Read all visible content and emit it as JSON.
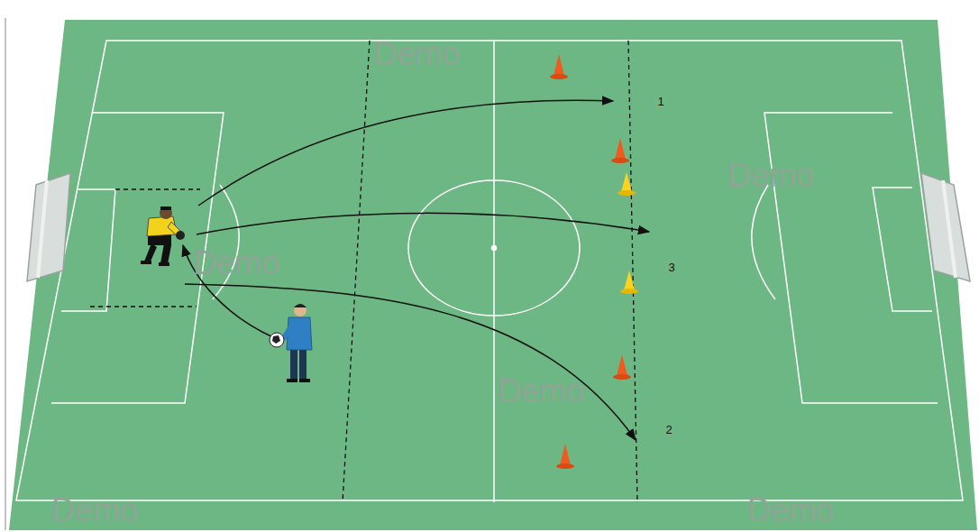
{
  "diagram": {
    "labels": [
      "Demo",
      "1",
      "Demo",
      "Demo",
      "3",
      "Demo",
      "2",
      "Demo",
      "Demo"
    ]
  }
}
